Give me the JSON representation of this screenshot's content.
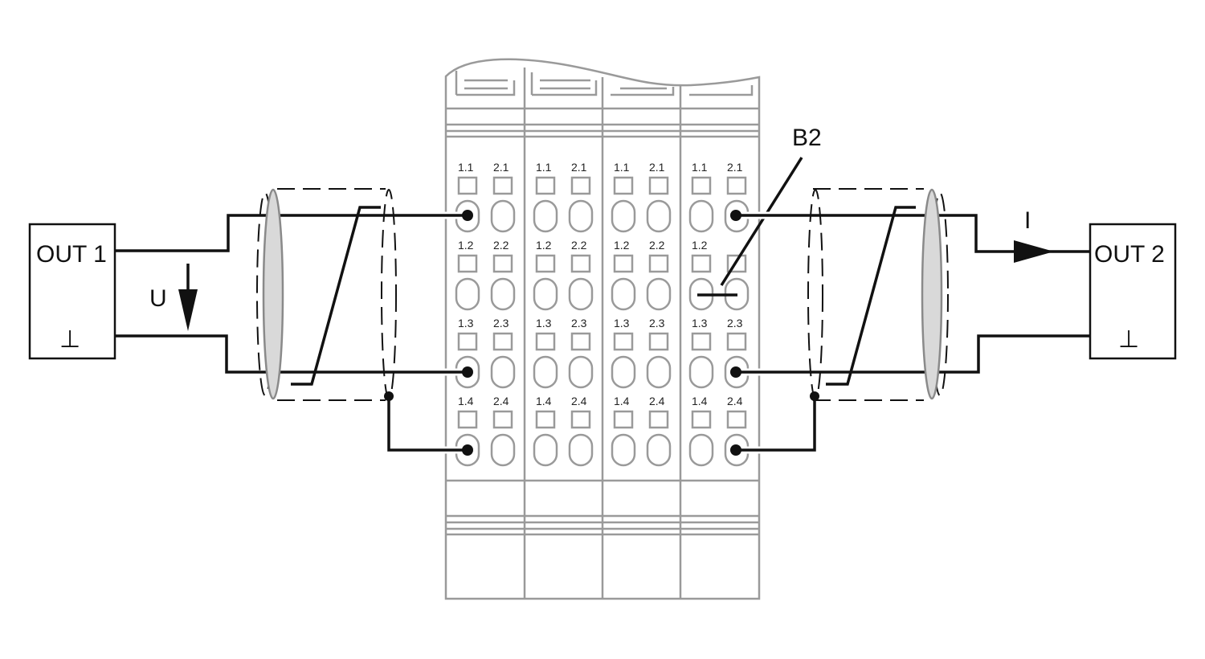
{
  "out1": {
    "label": "OUT 1",
    "ground": "⊥"
  },
  "out2": {
    "label": "OUT 2",
    "ground": "⊥"
  },
  "voltage_label": "U",
  "current_label": "I",
  "bridge_label": "B2",
  "modules": [
    {
      "pins": [
        [
          "1.1",
          "2.1"
        ],
        [
          "1.2",
          "2.2"
        ],
        [
          "1.3",
          "2.3"
        ],
        [
          "1.4",
          "2.4"
        ]
      ]
    },
    {
      "pins": [
        [
          "1.1",
          "2.1"
        ],
        [
          "1.2",
          "2.2"
        ],
        [
          "1.3",
          "2.3"
        ],
        [
          "1.4",
          "2.4"
        ]
      ]
    },
    {
      "pins": [
        [
          "1.1",
          "2.1"
        ],
        [
          "1.2",
          "2.2"
        ],
        [
          "1.3",
          "2.3"
        ],
        [
          "1.4",
          "2.4"
        ]
      ]
    },
    {
      "pins": [
        [
          "1.1",
          "2.1"
        ],
        [
          "1.2",
          ""
        ],
        [
          "1.3",
          "2.3"
        ],
        [
          "1.4",
          "2.4"
        ]
      ]
    }
  ],
  "colors": {
    "wire": "#111111",
    "housing": "#9a9a9a",
    "shield": "#d9d9d9"
  }
}
